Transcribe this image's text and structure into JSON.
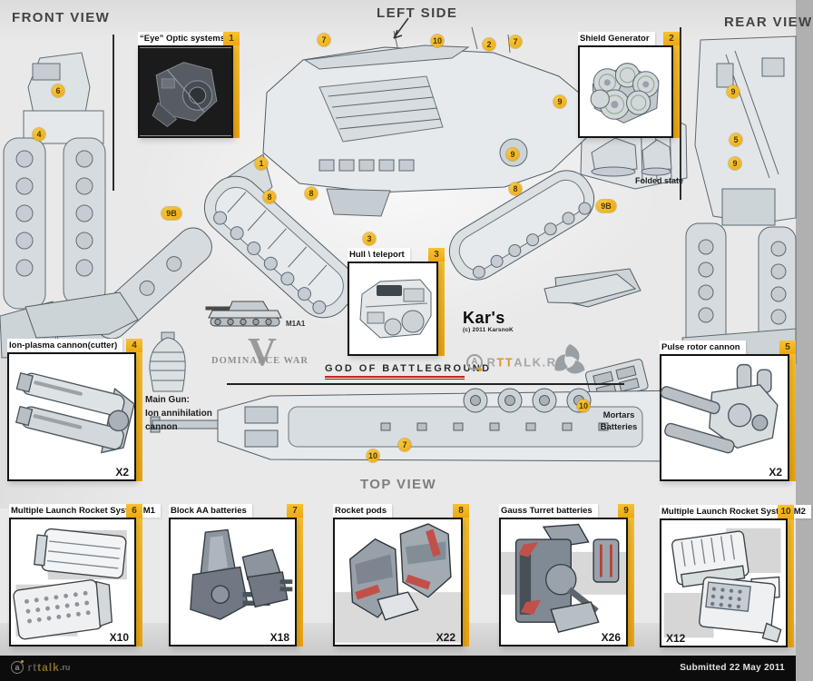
{
  "header": {
    "front_view": "FRONT VIEW",
    "left_side": "LEFT SIDE",
    "rear_view": "REAR VIEW",
    "top_view": "TOP VIEW"
  },
  "callouts": [
    {
      "num": "1",
      "title": "“Eye” Optic systems",
      "count": ""
    },
    {
      "num": "2",
      "title": "Shield Generator",
      "count": ""
    },
    {
      "num": "3",
      "title": "Hull \\ teleport",
      "count": ""
    },
    {
      "num": "4",
      "title": "Ion-plasma cannon(cutter)",
      "count": "X2"
    },
    {
      "num": "5",
      "title": "Pulse rotor cannon",
      "count": "X2"
    },
    {
      "num": "6",
      "title": "Multiple Launch Rocket System M1",
      "count": "X10"
    },
    {
      "num": "7",
      "title": "Block AA batteries",
      "count": "X18"
    },
    {
      "num": "8",
      "title": "Rocket pods",
      "count": "X22"
    },
    {
      "num": "9",
      "title": "Gauss Turret batteries",
      "count": "X26"
    },
    {
      "num": "10",
      "title": "Multiple Launch Rocket System M2",
      "count": "X12"
    }
  ],
  "floating_markers": [
    "7",
    "10",
    "2",
    "7",
    "6",
    "4",
    "9",
    "9",
    "5",
    "9",
    "9",
    "1",
    "8",
    "8",
    "8",
    "3",
    "10",
    "7",
    "10"
  ],
  "pill_markers": [
    "9B",
    "9B"
  ],
  "annotations": {
    "m1a1": "M1A1",
    "main_gun_line1": "Main Gun:",
    "main_gun_line2": "Ion annihilation",
    "main_gun_line3": "cannon",
    "mortars_line1": "Mortars",
    "mortars_line2": "Batteries",
    "folded_state": "Folded state"
  },
  "branding": {
    "title": "GOD OF BATTLEGROUND",
    "contest_logo_text": "DOMINANCE WAR",
    "contest_logo_v": "V",
    "artist_logo": "Kar's",
    "artist_copyright": "(c) 2011 KarsnoK",
    "site_logo_a": "A",
    "site_logo_r": "R",
    "site_logo_tt": "TT",
    "site_logo_rest": "ALK.RU",
    "footer_logo_a": "a",
    "footer_logo_rt": "rt",
    "footer_logo_t": "talk",
    "footer_logo_ru": ".ru"
  },
  "footer": {
    "submitted": "Submitted 22 May 2011"
  },
  "colors": {
    "accent_yellow": "#f0b429",
    "underline_red": "#c3271e",
    "bar_black": "#0c0c0c"
  }
}
